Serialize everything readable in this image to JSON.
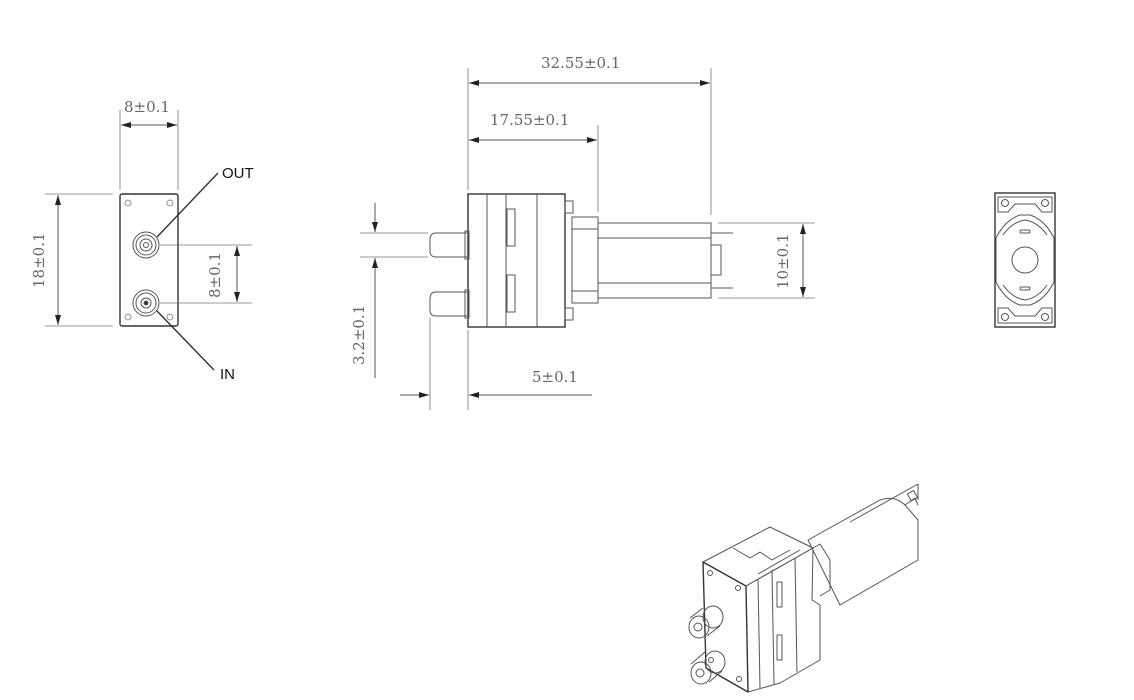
{
  "front_view": {
    "width_dim": "8±0.1",
    "height_dim": "18±0.1",
    "port_spacing_dim": "8±0.1",
    "out_label": "OUT",
    "in_label": "IN"
  },
  "side_view": {
    "overall_length_dim": "32.55±0.1",
    "pump_length_dim": "17.55±0.1",
    "motor_diameter_dim": "10±0.1",
    "port_diameter_dim": "3.2±0.1",
    "port_length_dim": "5±0.1"
  }
}
